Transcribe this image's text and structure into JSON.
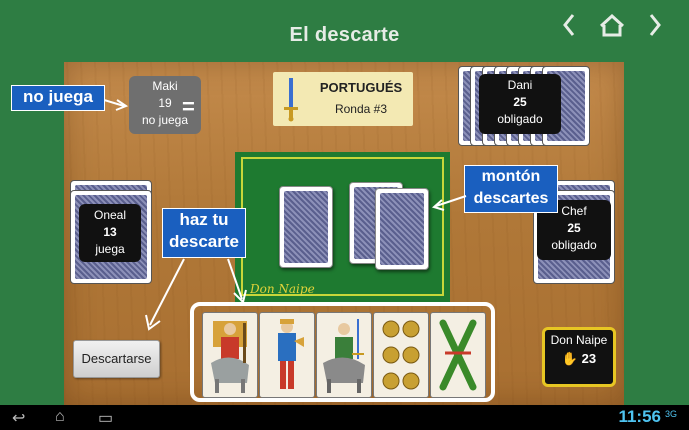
{
  "header": {
    "title": "El descarte",
    "prev_icon": "chevron-left-icon",
    "home_icon": "home-icon",
    "next_icon": "chevron-right-icon"
  },
  "banner": {
    "title": "PORTUGUÉS",
    "subtitle": "Ronda #3"
  },
  "players": {
    "maki": {
      "name": "Maki",
      "score": "19",
      "status": "no juega"
    },
    "dani": {
      "name": "Dani",
      "score": "25",
      "status": "obligado"
    },
    "oneal": {
      "name": "Oneal",
      "score": "13",
      "status": "juega"
    },
    "chef": {
      "name": "Chef",
      "score": "25",
      "status": "obligado"
    },
    "me": {
      "name": "Don Naipe",
      "score": "23"
    }
  },
  "callouts": {
    "no_juega": "no juega",
    "monton_1": "montón",
    "monton_2": "descartes",
    "haz_1": "haz tu",
    "haz_2": "descarte"
  },
  "table": {
    "brand": "Don Naipe"
  },
  "hand": [
    "caballo de bastos",
    "sota de copas",
    "caballo de espadas",
    "seis de oros",
    "dos de bastos"
  ],
  "buttons": {
    "discard": "Descartarse"
  },
  "status_bar": {
    "time": "11:56",
    "signal": "3G"
  },
  "colors": {
    "background": "#2e7d43",
    "felt": "#1e7a30",
    "callout": "#1a5fbf",
    "highlight": "#e7c623"
  }
}
